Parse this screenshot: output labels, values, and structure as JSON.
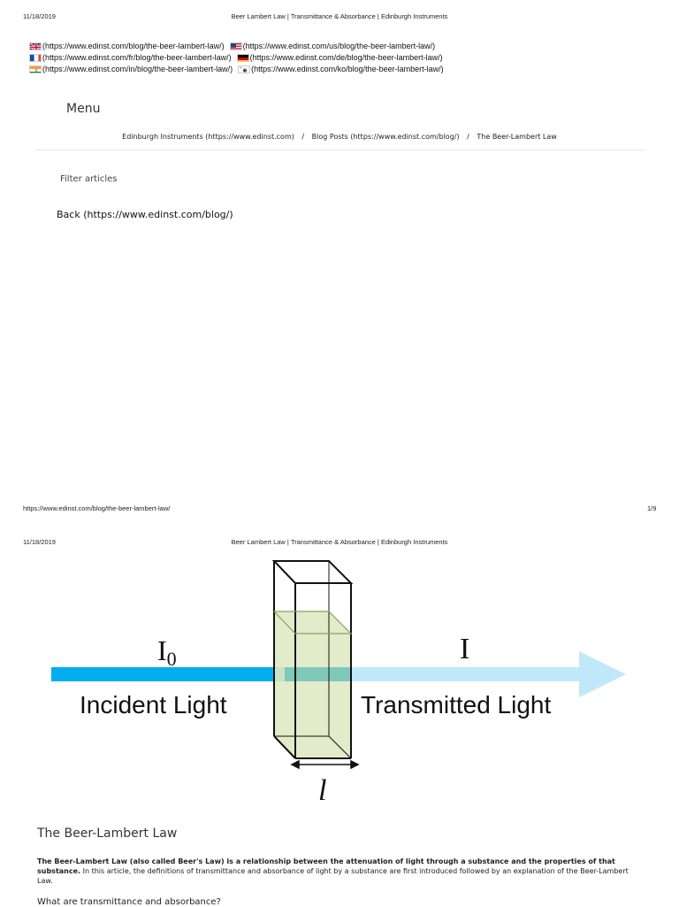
{
  "print_header": {
    "date": "11/18/2019",
    "title": "Beer Lambert Law | Transmittance & Absorbance | Edinburgh Instruments"
  },
  "languages": [
    {
      "flag": "uk-flag-icon",
      "url": "(https://www.edinst.com/blog/the-beer-lambert-law/)"
    },
    {
      "flag": "us-flag-icon",
      "url": "(https://www.edinst.com/us/blog/the-beer-lambert-law/)"
    },
    {
      "flag": "france-flag-icon",
      "url": "(https://www.edinst.com/fr/blog/the-beer-lambert-law/)"
    },
    {
      "flag": "germany-flag-icon",
      "url": "(https://www.edinst.com/de/blog/the-beer-lambert-law/)"
    },
    {
      "flag": "india-flag-icon",
      "url": "(https://www.edinst.com/in/blog/the-beer-lambert-law/)"
    },
    {
      "flag": "korea-flag-icon",
      "url": "(https://www.edinst.com/ko/blog/the-beer-lambert-law/)"
    }
  ],
  "menu_label": "Menu",
  "breadcrumb": {
    "items": [
      "Edinburgh Instruments (https://www.edinst.com)",
      "Blog Posts (https://www.edinst.com/blog/)",
      "The Beer-Lambert Law"
    ],
    "separator": "/"
  },
  "filter_label": "Filter articles",
  "back_label": "Back (https://www.edinst.com/blog/)",
  "print_footer": {
    "url": "https://www.edinst.com/blog/the-beer-lambert-law/",
    "page": "1/9"
  },
  "figure": {
    "incident_symbol": "I",
    "incident_subscript": "0",
    "transmitted_symbol": "I",
    "incident_label": "Incident Light",
    "transmitted_label": "Transmitted Light",
    "path_length_symbol": "l",
    "colors": {
      "incident_beam": "#00aeef",
      "transmitted_beam": "#bfe9f9",
      "solution": "#dfe9c4"
    }
  },
  "article": {
    "heading": "The Beer-Lambert Law",
    "intro_bold": "The Beer-Lambert Law (also called Beer's Law) is a relationship between the attenuation of light through a substance and the properties of that substance.",
    "intro_rest": " In this article, the definitions of transmittance and absorbance of light by a substance are first introduced followed by an explanation of the Beer-Lambert Law.",
    "subheading": "What are transmittance and absorbance?"
  }
}
